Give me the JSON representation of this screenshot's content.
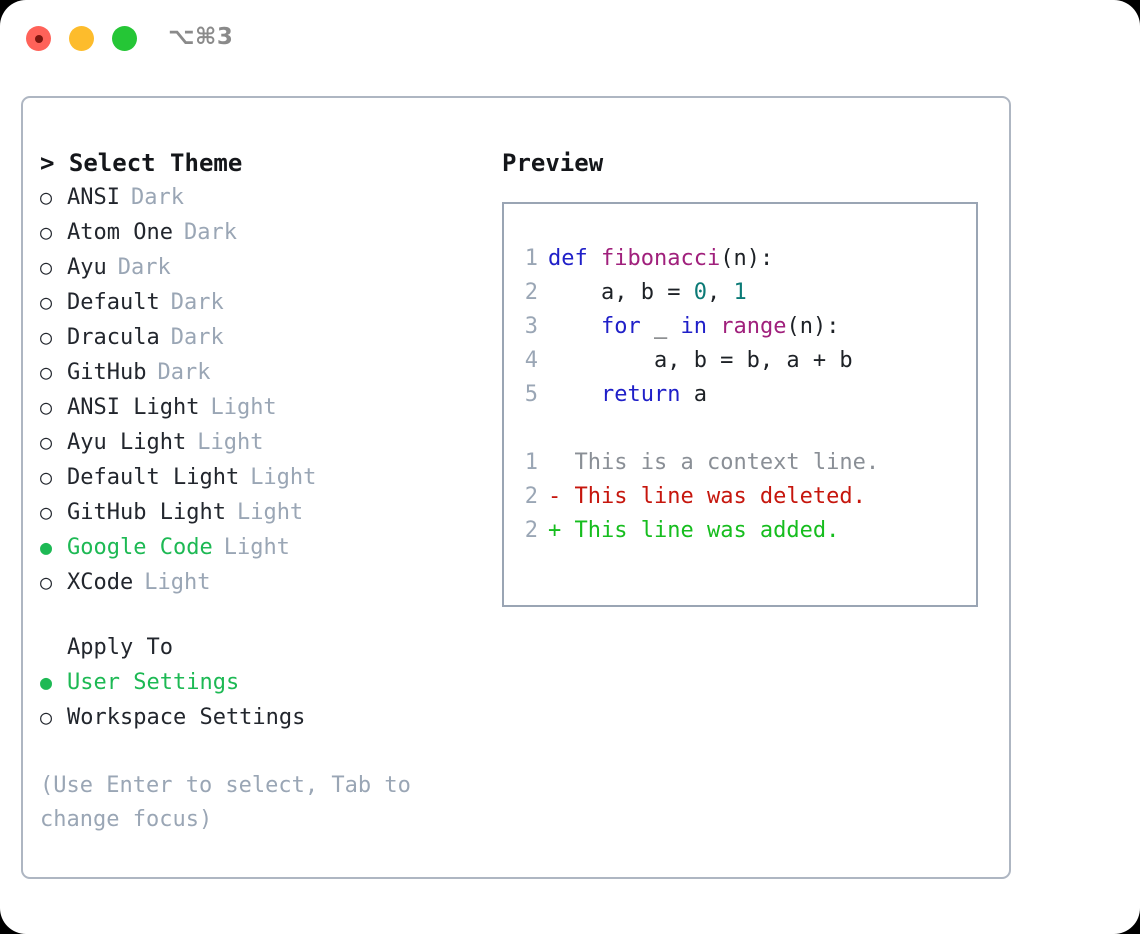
{
  "window": {
    "shortcut": "⌥⌘3",
    "traffic_lights": [
      {
        "name": "close",
        "color": "#ff6259"
      },
      {
        "name": "minimize",
        "color": "#fdbc2c"
      },
      {
        "name": "zoom",
        "color": "#25c636"
      }
    ]
  },
  "theme_picker": {
    "header": "> Select Theme",
    "selected_marker": "●",
    "unselected_marker": "○",
    "items": [
      {
        "marker": "○",
        "label": "ANSI",
        "tag": "Dark",
        "selected": false
      },
      {
        "marker": "○",
        "label": "Atom One",
        "tag": "Dark",
        "selected": false
      },
      {
        "marker": "○",
        "label": "Ayu",
        "tag": "Dark",
        "selected": false
      },
      {
        "marker": "○",
        "label": "Default",
        "tag": "Dark",
        "selected": false
      },
      {
        "marker": "○",
        "label": "Dracula",
        "tag": "Dark",
        "selected": false
      },
      {
        "marker": "○",
        "label": "GitHub",
        "tag": "Dark",
        "selected": false
      },
      {
        "marker": "○",
        "label": "ANSI Light",
        "tag": "Light",
        "selected": false
      },
      {
        "marker": "○",
        "label": "Ayu Light",
        "tag": "Light",
        "selected": false
      },
      {
        "marker": "○",
        "label": "Default Light",
        "tag": "Light",
        "selected": false
      },
      {
        "marker": "○",
        "label": "GitHub Light",
        "tag": "Light",
        "selected": false
      },
      {
        "marker": "●",
        "label": "Google Code",
        "tag": "Light",
        "selected": true
      },
      {
        "marker": "○",
        "label": "XCode",
        "tag": "Light",
        "selected": false
      }
    ]
  },
  "apply_to": {
    "title": "Apply To",
    "items": [
      {
        "marker": "●",
        "label": "User Settings",
        "selected": true
      },
      {
        "marker": "○",
        "label": "Workspace Settings",
        "selected": false
      }
    ]
  },
  "hint": "(Use Enter to select, Tab to change focus)",
  "preview": {
    "title": "Preview",
    "code_lines": [
      {
        "number": "1",
        "tokens": [
          {
            "text": "def ",
            "type": "kw"
          },
          {
            "text": "fibonacci",
            "type": "fn"
          },
          {
            "text": "(n):",
            "type": "plain"
          }
        ]
      },
      {
        "number": "2",
        "tokens": [
          {
            "text": "    a, b = ",
            "type": "plain"
          },
          {
            "text": "0",
            "type": "num"
          },
          {
            "text": ", ",
            "type": "plain"
          },
          {
            "text": "1",
            "type": "num"
          }
        ]
      },
      {
        "number": "3",
        "tokens": [
          {
            "text": "    ",
            "type": "plain"
          },
          {
            "text": "for",
            "type": "kw"
          },
          {
            "text": " _ ",
            "type": "plain"
          },
          {
            "text": "in",
            "type": "kw"
          },
          {
            "text": " ",
            "type": "plain"
          },
          {
            "text": "range",
            "type": "fn"
          },
          {
            "text": "(n):",
            "type": "plain"
          }
        ]
      },
      {
        "number": "4",
        "tokens": [
          {
            "text": "        a, b = b, a + b",
            "type": "plain"
          }
        ]
      },
      {
        "number": "5",
        "tokens": [
          {
            "text": "    ",
            "type": "plain"
          },
          {
            "text": "return",
            "type": "kw"
          },
          {
            "text": " a",
            "type": "plain"
          }
        ]
      }
    ],
    "diff_lines": [
      {
        "number": "1",
        "sign": "  ",
        "text": "This is a context line.",
        "type": "ctx"
      },
      {
        "number": "2",
        "sign": "- ",
        "text": "This line was deleted.",
        "type": "del"
      },
      {
        "number": "2",
        "sign": "+ ",
        "text": "This line was added.",
        "type": "add"
      }
    ]
  },
  "colors": {
    "accent_green": "#1db954",
    "muted_gray": "#9aa6b5",
    "keyword_blue": "#1f1fc8",
    "function_magenta": "#a0207c",
    "number_teal": "#0b7a76",
    "diff_delete_red": "#c6160d",
    "diff_add_green": "#16bd1e",
    "border_gray": "#aeb6c2"
  }
}
